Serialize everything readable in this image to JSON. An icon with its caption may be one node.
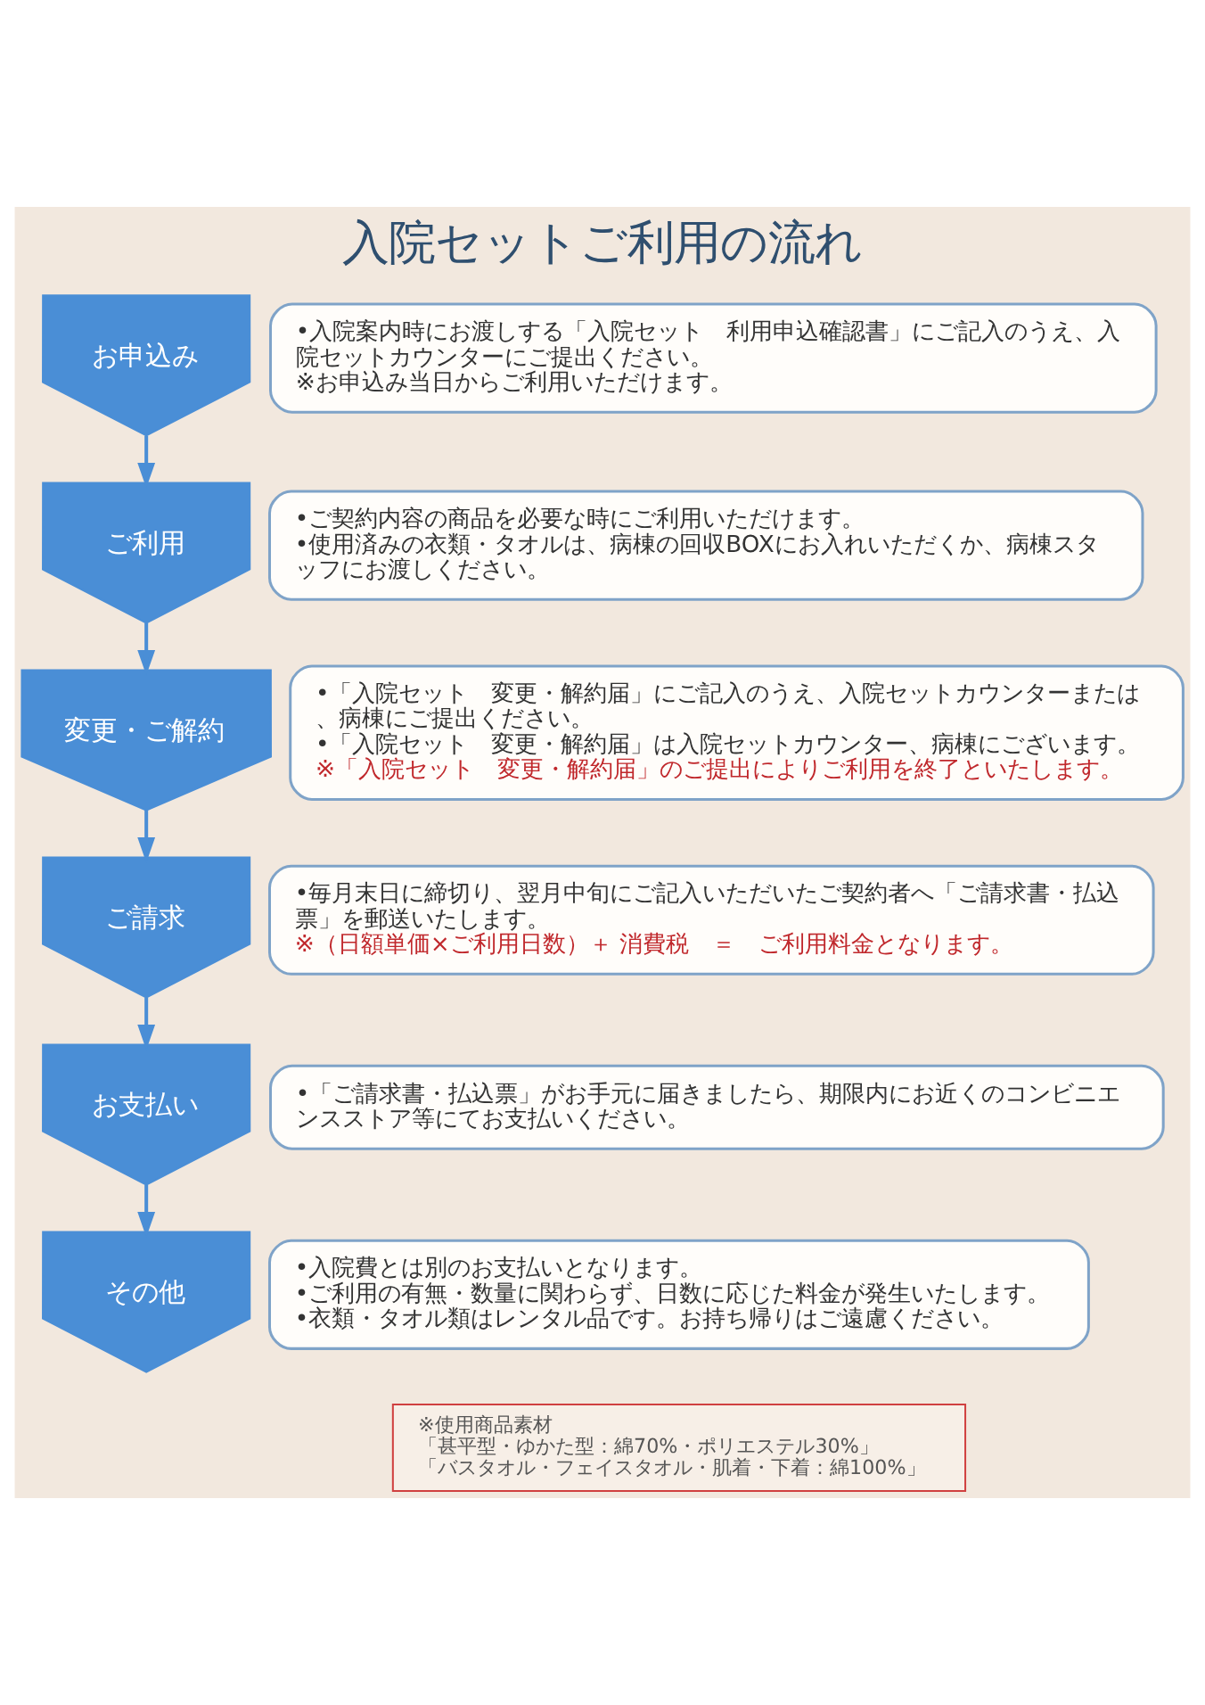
{
  "diagram": {
    "title": "入院セットご利用の流れ",
    "nodes": [
      {
        "text": [
          "お申込み"
        ]
      },
      {
        "text": [
          "•入院案内時にお渡しする「入院セット　利用申込確認書」にご記入のうえ、入院セットカウンターにご提出ください。",
          "※お申込み当日からご利用いただけます。"
        ]
      },
      {
        "text": [
          "ご利用"
        ]
      },
      {
        "text": [
          "•ご契約内容の商品を必要な時にご利用いただけます。",
          "•使用済みの衣類・タオルは、病棟の回収BOXにお入れいただくか、病棟スタッフにお渡しください。"
        ]
      },
      {
        "text": [
          "変更・ご解約"
        ]
      },
      {
        "text": [
          "•「入院セット　変更・解約届」にご記入のうえ、入院セットカウンターまたは、病棟にご提出ください。",
          "•「入院セット　変更・解約届」は入院セットカウンター、病棟にございます。",
          "※「入院セット　変更・解約届」のご提出によりご利用を終了といたします。"
        ]
      },
      {
        "text": [
          "ご請求"
        ]
      },
      {
        "text": [
          "•毎月末日に締切り、翌月中旬にご記入いただいたご契約者へ「ご請求書・払込票」を郵送いたします。",
          "※（日額単価×ご利用日数）＋ 消費税　＝　ご利用料金となります。"
        ]
      },
      {
        "text": [
          "お支払い"
        ]
      },
      {
        "text": [
          "•「ご請求書・払込票」がお手元に届きましたら、期限内にお近くのコンビニエンスストア等にてお支払いください。"
        ]
      },
      {
        "text": [
          "その他"
        ]
      },
      {
        "text": [
          "•入院費とは別のお支払いとなります。",
          "•ご利用の有無・数量に関わらず、日数に応じた料金が発生いたします。",
          "•衣類・タオル類はレンタル品です。お持ち帰りはご遠慮ください。"
        ]
      },
      {
        "text": [
          "※使用商品素材",
          "「甚平型・ゆかた型：綿70%・ポリエステル30%」",
          "「バスタオル・フェイスタオル・肌着・下着：綿100%」"
        ]
      }
    ],
    "edges": [
      {
        "from": 0,
        "to": 2,
        "arrow": "to"
      },
      {
        "from": 2,
        "to": 4,
        "arrow": "to"
      },
      {
        "from": 4,
        "to": 6,
        "arrow": "to"
      },
      {
        "from": 6,
        "to": 8,
        "arrow": "to"
      },
      {
        "from": 8,
        "to": 10,
        "arrow": "to"
      }
    ]
  }
}
